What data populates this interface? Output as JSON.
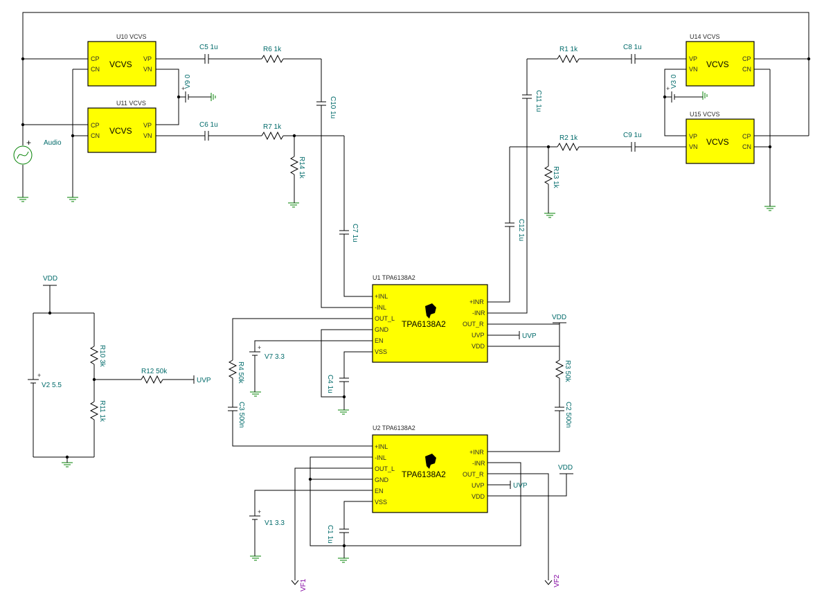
{
  "vcvs_blocks": [
    {
      "name": "U10 VCVS",
      "body": "VCVS",
      "pins": [
        "CP",
        "CN",
        "VP",
        "VN"
      ]
    },
    {
      "name": "U11 VCVS",
      "body": "VCVS",
      "pins": [
        "CP",
        "CN",
        "VP",
        "VN"
      ]
    },
    {
      "name": "U14 VCVS",
      "body": "VCVS",
      "pins": [
        "VP",
        "VN",
        "CP",
        "CN"
      ]
    },
    {
      "name": "U15 VCVS",
      "body": "VCVS",
      "pins": [
        "VP",
        "VN",
        "CP",
        "CN"
      ]
    }
  ],
  "amps": [
    {
      "name": "U1 TPA6138A2",
      "body": "TPA6138A2",
      "left_pins": [
        "+INL",
        "-INL",
        "OUT_L",
        "GND",
        "EN",
        "VSS"
      ],
      "right_pins": [
        "+INR",
        "-INR",
        "OUT_R",
        "UVP",
        "VDD"
      ]
    },
    {
      "name": "U2 TPA6138A2",
      "body": "TPA6138A2",
      "left_pins": [
        "+INL",
        "-INL",
        "OUT_L",
        "GND",
        "EN",
        "VSS"
      ],
      "right_pins": [
        "+INR",
        "-INR",
        "OUT_R",
        "UVP",
        "VDD"
      ]
    }
  ],
  "labels": {
    "c5": "C5 1u",
    "r6": "R6 1k",
    "c6": "C6 1u",
    "r7": "R7 1k",
    "c10": "C10 1u",
    "r14": "R14 1k",
    "v9": "V9 0",
    "audio": "Audio",
    "c7": "C7 1u",
    "r1": "R1 1k",
    "c8": "C8 1u",
    "r2": "R2 1k",
    "c9": "C9 1u",
    "c11": "C11 1u",
    "r13": "R13 1k",
    "v3": "V3 0",
    "c12": "C12 1u",
    "vdd1": "VDD",
    "v2": "V2 5.5",
    "r10": "R10 3k",
    "r11": "R11 1k",
    "r12": "R12 50k",
    "uvp1": "UVP",
    "v7": "V7 3.3",
    "r4": "R4 50k",
    "c3": "C3 500n",
    "c4": "C4 1u",
    "vdd2": "VDD",
    "uvp2": "UVP",
    "r3": "R3 50k",
    "c2": "C2 500n",
    "v1": "V1 3.3",
    "c1": "C1 1u",
    "vdd3": "VDD",
    "uvp3": "UVP",
    "vf1": "VF1",
    "vf2": "VF2",
    "plus": "+"
  },
  "colors": {
    "chip_fill": "#ffff00",
    "ground": "#008000",
    "label": "#006a6a",
    "probe": "#8000a0"
  }
}
